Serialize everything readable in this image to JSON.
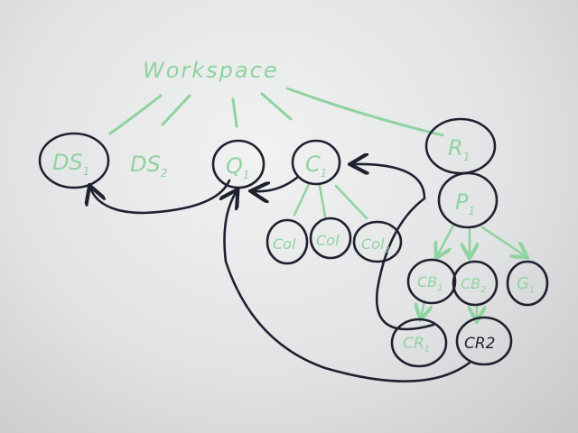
{
  "title": "Workspace",
  "nodes": {
    "ds1": {
      "main": "DS",
      "sub": "1"
    },
    "ds2": {
      "main": "DS",
      "sub": "2"
    },
    "q1": {
      "main": "Q",
      "sub": "1"
    },
    "c1": {
      "main": "C",
      "sub": "1"
    },
    "r1": {
      "main": "R",
      "sub": "1"
    },
    "p1": {
      "main": "P",
      "sub": "1"
    },
    "col1": {
      "main": "Col",
      "sub": ""
    },
    "col2": {
      "main": "Col",
      "sub": ""
    },
    "col3": {
      "main": "Col",
      "sub": "3"
    },
    "cb1": {
      "main": "CB",
      "sub": "1"
    },
    "cb2": {
      "main": "CB",
      "sub": "2"
    },
    "g1": {
      "main": "G",
      "sub": "1"
    },
    "cr1": {
      "main": "CR",
      "sub": "1"
    },
    "cr2": {
      "main": "CR2",
      "sub": ""
    }
  },
  "colors": {
    "green_marker": "#8fd3a0",
    "black_marker": "#1f2030",
    "board": "#e8e9ea"
  }
}
